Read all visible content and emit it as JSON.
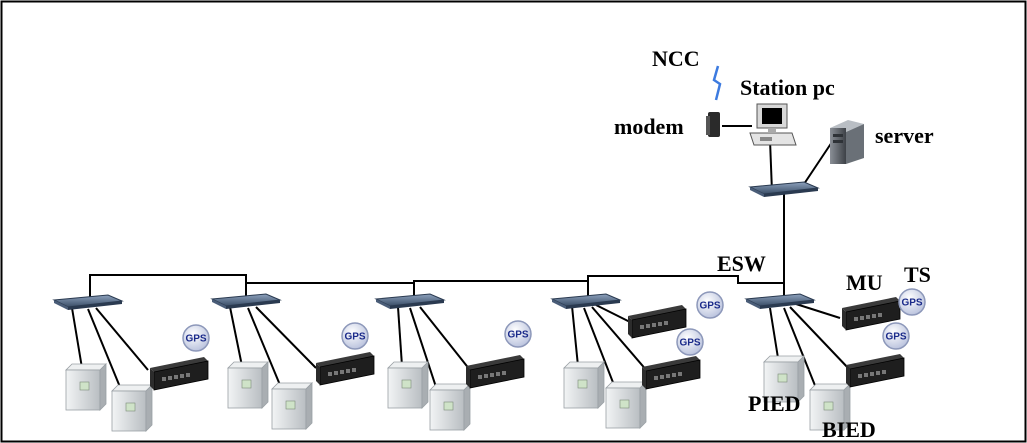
{
  "labels": {
    "ncc": "NCC",
    "station_pc": "Station pc",
    "modem": "modem",
    "server": "server",
    "esw": "ESW",
    "mu": "MU",
    "ts": "TS",
    "pied": "PIED",
    "bied": "BIED"
  },
  "icons": {
    "gps_text": "GPS",
    "switch": "ethernet-switch-icon",
    "merging_unit": "merging-unit-icon",
    "ied": "ied-cabinet-icon",
    "gps": "gps-receiver-icon",
    "pc": "desktop-pc-icon",
    "server": "server-tower-icon",
    "modem": "modem-icon"
  },
  "bays": [
    {
      "name": "bay-1",
      "gps_count": 1
    },
    {
      "name": "bay-2",
      "gps_count": 1
    },
    {
      "name": "bay-3",
      "gps_count": 1
    },
    {
      "name": "bay-4",
      "gps_count": 2
    },
    {
      "name": "bay-5",
      "gps_count": 2
    }
  ],
  "colors": {
    "switch_body": "#3a4d66",
    "merging_unit_body": "#1e1e1e",
    "gps_ring": "#9aa6c8",
    "gps_text": "#1a2a8a",
    "ied_body": "#dcdfe0",
    "link": "#000000",
    "radio_wave": "#3d7be0"
  }
}
